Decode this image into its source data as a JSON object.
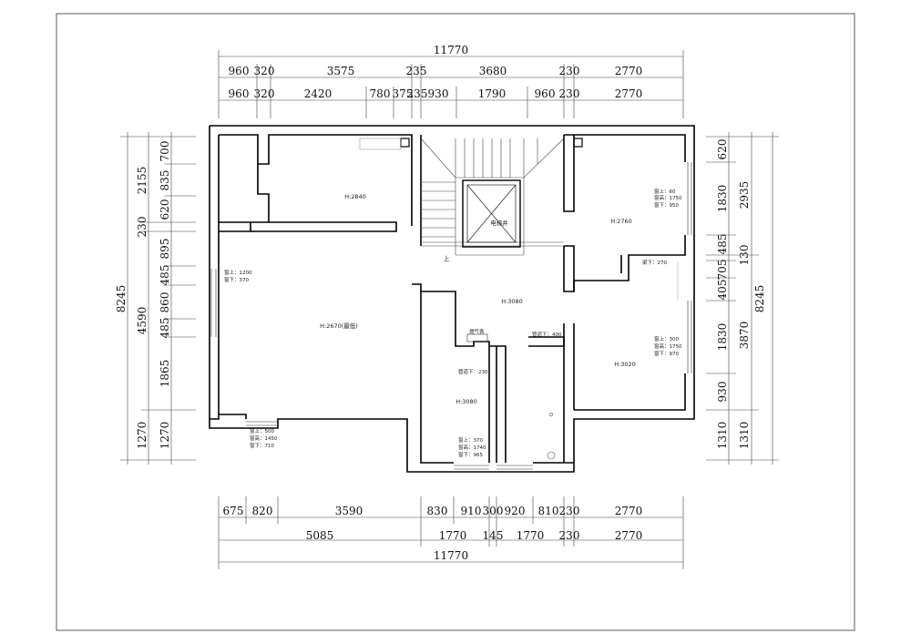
{
  "dims": {
    "top_total": "11770",
    "top_row1": [
      "960",
      "320",
      "3575",
      "235",
      "3680",
      "230",
      "2770"
    ],
    "top_row2": [
      "960",
      "320",
      "2420",
      "780",
      "375",
      "235",
      "930",
      "1790",
      "960",
      "230",
      "2770"
    ],
    "bottom_row1": [
      "675",
      "820",
      "3590",
      "830",
      "910",
      "300",
      "920",
      "810",
      "230",
      "2770"
    ],
    "bottom_row2": [
      "5085",
      "1770",
      "145",
      "1770",
      "230",
      "2770"
    ],
    "bottom_total": "11770",
    "left_total": "8245",
    "left_mid": [
      "2155",
      "4590",
      "1270"
    ],
    "left_inner": [
      "700",
      "835",
      "620",
      "230",
      "895",
      "485",
      "860",
      "485",
      "1865",
      "1270"
    ],
    "right_total": "8245",
    "right_mid": [
      "2935",
      "3870",
      "1310"
    ],
    "right_inner": [
      "620",
      "1830",
      "485",
      "130",
      "705",
      "405",
      "1830",
      "930",
      "1310"
    ]
  },
  "rooms": {
    "bedroom_nw_height": "H:2840",
    "elevator_label": "电梯井",
    "stair_up": "上",
    "hall_height": "H:3080",
    "living_height": "H:2670(最低)",
    "bedroom_ne_height": "H:2760",
    "bedroom_e_height": "H:3020",
    "bath_height": "H:3080"
  },
  "notes": {
    "win_left_top": "窗上：1200",
    "win_left_bottom": "窗下：370",
    "win_bottom_top": "窗上：500",
    "win_bottom_height": "窗高：1450",
    "win_bottom_bottom": "窗下：710",
    "win_ne_top": "窗上：60",
    "win_ne_height": "窗高：1750",
    "win_ne_bottom": "窗下：950",
    "beam_e": "梁下：270",
    "win_e_top": "窗上：300",
    "win_e_height": "窗高：1750",
    "win_e_bottom": "窗下：970",
    "pipe_400": "管道下：400",
    "pipe_230": "管道下：230",
    "win_bath_top": "窗上：370",
    "win_bath_height": "窗高：1740",
    "win_bath_bottom": "窗下：965",
    "gas_meter": "燃气表"
  }
}
